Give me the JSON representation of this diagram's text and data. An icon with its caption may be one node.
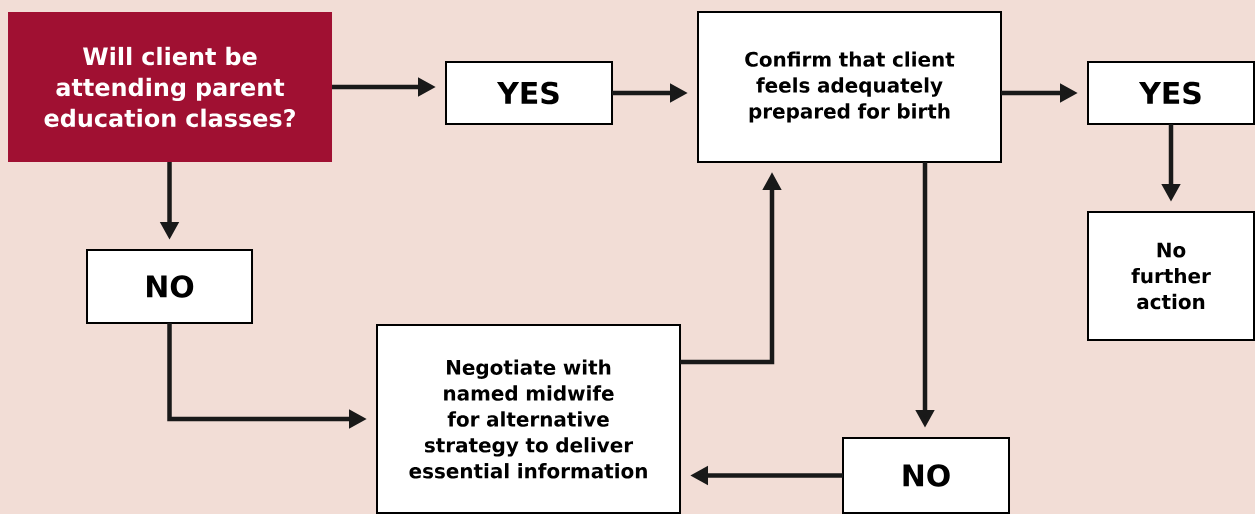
{
  "diagram": {
    "nodes": [
      {
        "text": [
          "Will client be attending parent education classes?"
        ]
      },
      {
        "text": [
          "YES"
        ]
      },
      {
        "text": [
          "Confirm that client feels adequately prepared for birth"
        ]
      },
      {
        "text": [
          "YES"
        ]
      },
      {
        "text": [
          "NO"
        ]
      },
      {
        "text": [
          "No further action"
        ]
      },
      {
        "text": [
          "Negotiate with named midwife for alternative strategy to deliver essential information"
        ]
      },
      {
        "text": [
          "NO"
        ]
      }
    ],
    "edges": [
      {
        "from": 0,
        "to": 1,
        "arrow": "to"
      },
      {
        "from": 1,
        "to": 2,
        "arrow": "to"
      },
      {
        "from": 2,
        "to": 3,
        "arrow": "to"
      },
      {
        "from": 3,
        "to": 5,
        "arrow": "to"
      },
      {
        "from": 0,
        "to": 4,
        "arrow": "to"
      },
      {
        "from": 4,
        "to": 6,
        "arrow": "to"
      },
      {
        "from": 6,
        "to": 2,
        "arrow": "to"
      },
      {
        "from": 2,
        "to": 7,
        "arrow": "to"
      },
      {
        "from": 7,
        "to": 6,
        "arrow": "to"
      }
    ]
  }
}
